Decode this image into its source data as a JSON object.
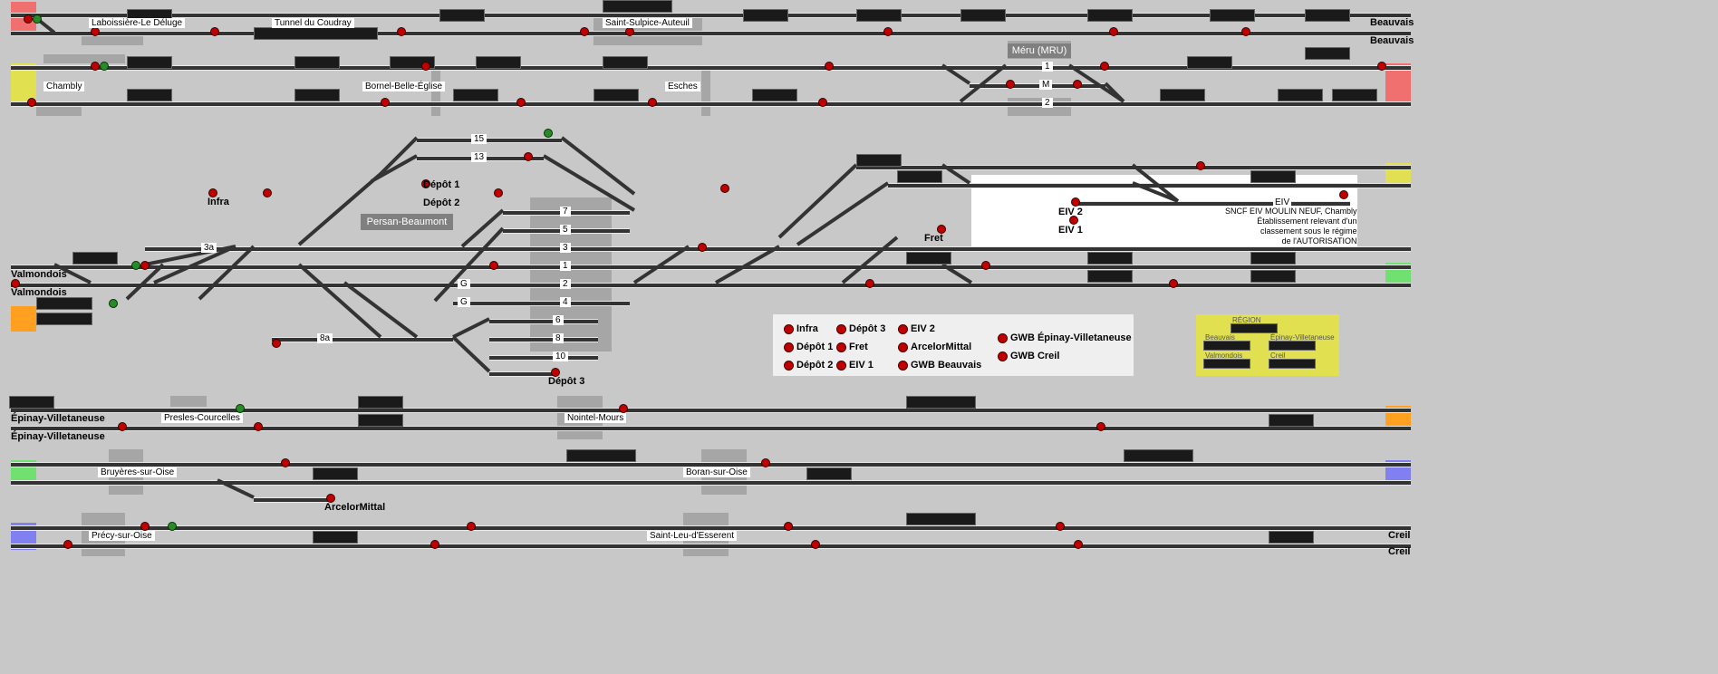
{
  "stations": {
    "lab": "Laboissière-Le Déluge",
    "tunnel": "Tunnel du Coudray",
    "stsulpice": "Saint-Sulpice-Auteuil",
    "beauvais1": "Beauvais",
    "beauvais2": "Beauvais",
    "chambly": "Chambly",
    "bornel": "Bornel-Belle-Église",
    "esches": "Esches",
    "meru": "Méru (MRU)",
    "persan": "Persan-Beaumont",
    "valmondois1": "Valmondois",
    "valmondois2": "Valmondois",
    "epinay1": "Épinay-Villetaneuse",
    "epinay2": "Épinay-Villetaneuse",
    "presles": "Presles-Courcelles",
    "nointel": "Nointel-Mours",
    "bruyeres": "Bruyères-sur-Oise",
    "boran": "Boran-sur-Oise",
    "precy": "Précy-sur-Oise",
    "stleu": "Saint-Leu-d'Esserent",
    "creil1": "Creil",
    "creil2": "Creil"
  },
  "sidings": {
    "infra": "Infra",
    "depot1": "Dépôt 1",
    "depot2": "Dépôt 2",
    "depot3": "Dépôt 3",
    "fret": "Fret",
    "eiv2": "EIV 2",
    "eiv1": "EIV 1",
    "eiv": "EIV",
    "arcelor": "ArcelorMittal"
  },
  "track_numbers": {
    "t15": "15",
    "t13": "13",
    "t7": "7",
    "t5": "5",
    "t3": "3",
    "t1": "1",
    "t2": "2",
    "t4": "4",
    "t3a": "3a",
    "t8a": "8a",
    "t6": "6",
    "t8": "8",
    "t10": "10",
    "g1": "G",
    "g2": "G",
    "m1": "1",
    "mm": "M",
    "m2": "2"
  },
  "eiv_note": {
    "line1": "SNCF EIV MOULIN NEUF, Chambly",
    "line2": "Établissement relevant d'un",
    "line3": "classement sous le régime",
    "line4": "de l'AUTORISATION"
  },
  "legend": {
    "infra": "Infra",
    "depot1": "Dépôt 1",
    "depot2": "Dépôt 2",
    "depot3": "Dépôt 3",
    "fret": "Fret",
    "eiv1": "EIV 1",
    "eiv2": "EIV 2",
    "arcelor": "ArcelorMittal",
    "gwb_beauvais": "GWB Beauvais",
    "gwb_epinay": "GWB Épinay-Villetaneuse",
    "gwb_creil": "GWB Creil"
  },
  "region": {
    "title": "RÉGION",
    "beauvais": "Beauvais",
    "epinay": "Épinay-Villetaneuse",
    "valmondois": "Valmondois",
    "creil": "Creil"
  },
  "colors": {
    "background": "#c8c8c8",
    "signal_red": "#c00000",
    "signal_green": "#2a8a2a",
    "edge_red": "#f07070",
    "edge_yellow": "#e0e050",
    "edge_green": "#70e070",
    "edge_orange": "#ffa020",
    "edge_blue": "#8080f0",
    "region_panel": "#e0e050"
  }
}
